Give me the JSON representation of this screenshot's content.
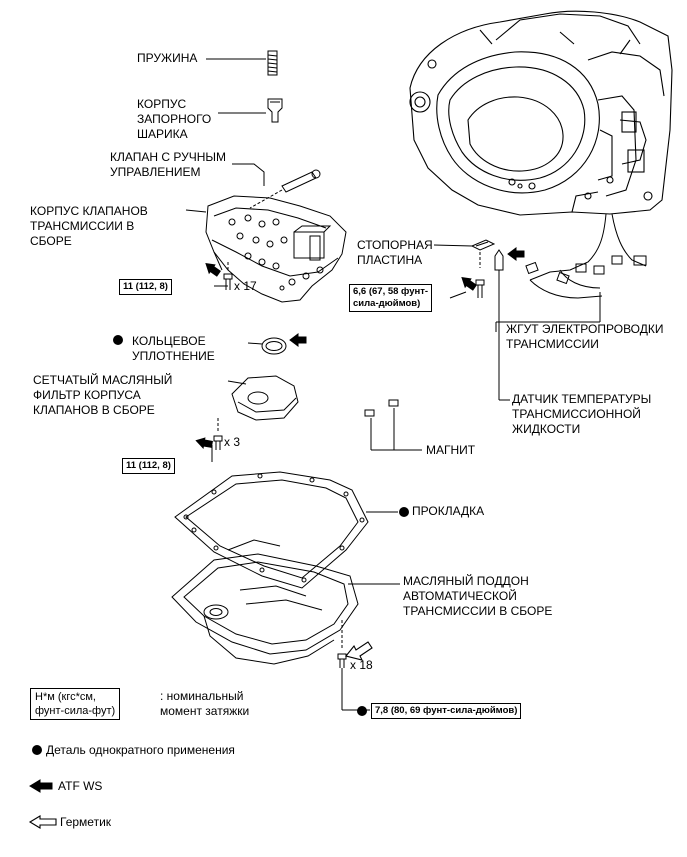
{
  "labels": {
    "spring": "ПРУЖИНА",
    "check_ball_body": "КОРПУС\nЗАПОРНОГО\nШАРИКА",
    "manual_valve": "КЛАПАН С РУЧНЫМ\nУПРАВЛЕНИЕМ",
    "valve_body": "КОРПУС КЛАПАНОВ\nТРАНСМИССИИ В\nСБОРЕ",
    "lock_plate": "СТОПОРНАЯ\nПЛАСТИНА",
    "o_ring": "КОЛЬЦЕВОЕ\nУПЛОТНЕНИЕ",
    "strainer": "СЕТЧАТЫЙ МАСЛЯНЫЙ\nФИЛЬТР КОРПУСА\nКЛАПАНОВ В СБОРЕ",
    "wire_harness": "ЖГУТ ЭЛЕКТРОПРОВОДКИ\nТРАНСМИССИИ",
    "temp_sensor": "ДАТЧИК ТЕМПЕРАТУРЫ\nТРАНСМИССИОННОЙ\nЖИДКОСТИ",
    "magnet": "МАГНИТ",
    "gasket": "ПРОКЛАДКА",
    "oil_pan": "МАСЛЯНЫЙ ПОДДОН\nАВТОМАТИЧЕСКОЙ\nТРАНСМИССИИ В СБОРЕ"
  },
  "torque_specs": {
    "valve_body_bolts": "11 (112, 8)",
    "lock_plate_bolt": "6,6 (67, 58 фунт-\nсила-дюймов)",
    "strainer_bolts": "11 (112, 8)",
    "oil_pan_bolts": "7,8 (80, 69 фунт-сила-дюймов)"
  },
  "quantities": {
    "valve_body_bolts": "x 17",
    "strainer_bolts": "x 3",
    "oil_pan_bolts": "x 18"
  },
  "legend": {
    "torque_box": "Н*м (кгс*см,\nфунт-сила-фут)",
    "torque_desc": ": номинальный\nмомент затяжки",
    "non_reusable": "Деталь однократного применения",
    "atf": "ATF WS",
    "sealant": "Герметик"
  }
}
